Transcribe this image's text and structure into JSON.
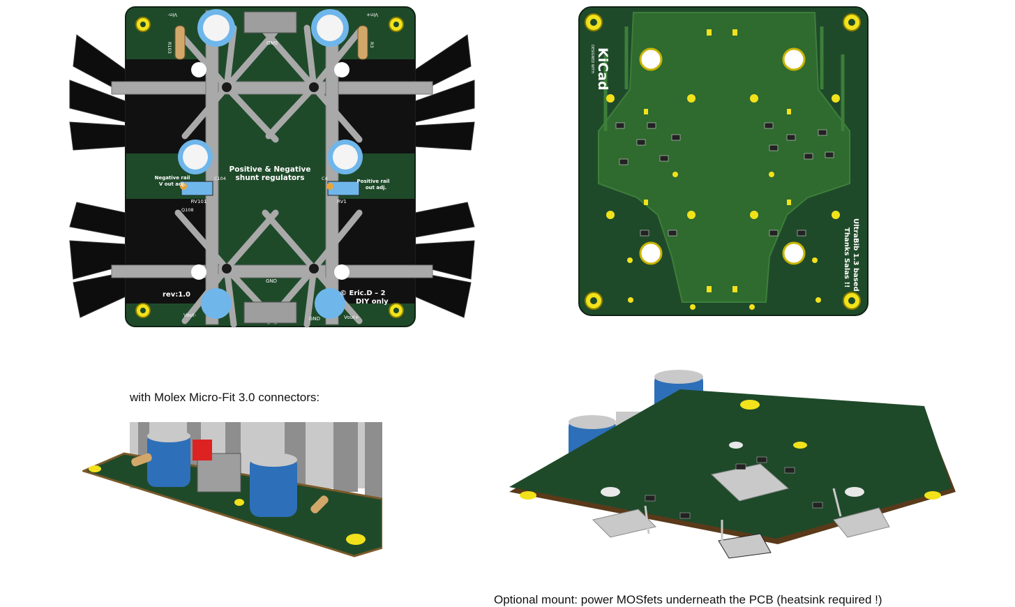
{
  "captions": {
    "molex": "with Molex Micro-Fit 3.0 connectors:",
    "optional": "Optional mount: power MOSfets underneath the PCB (heatsink required !)"
  },
  "top_board": {
    "title_line1": "Positive & Negative",
    "title_line2": "shunt regulators",
    "rev": "rev:1.0",
    "copyright_line1": "© Eric.D – 2",
    "copyright_line2": "DIY only",
    "neg_label_line1": "Negative rail",
    "neg_label_line2": "V out adj.",
    "pos_label_line1": "Positive rail",
    "pos_label_line2": "out adj.",
    "rv_left": "RV101",
    "rv_right": "RV1",
    "c_left": "C104",
    "c_right": "C4",
    "q_left": "Q108",
    "r_left": "R103",
    "r_right": "R3",
    "vin_left": "Vin-",
    "vin_right": "Vin+",
    "vout_left": "Vout-",
    "vout_right": "Vout+",
    "gnd_top": "GND",
    "gnd_bottom": "GND",
    "gnd_out": "GND"
  },
  "back_board": {
    "kicad": "KiCad",
    "designed_with": "DESIGNED WITH",
    "credit_line1": "UltraBib 1.3 based",
    "credit_line2": "Thanks Salas !!"
  },
  "colors": {
    "pcb": "#1f4a2a",
    "pcb_dark": "#17371f",
    "copper_fill": "#2f6a2f",
    "heatsink": "#a9a9a9",
    "mounting_hole": "#f2e21b",
    "capacitor": "#2d7fd6",
    "silkscreen": "#ffffff"
  }
}
